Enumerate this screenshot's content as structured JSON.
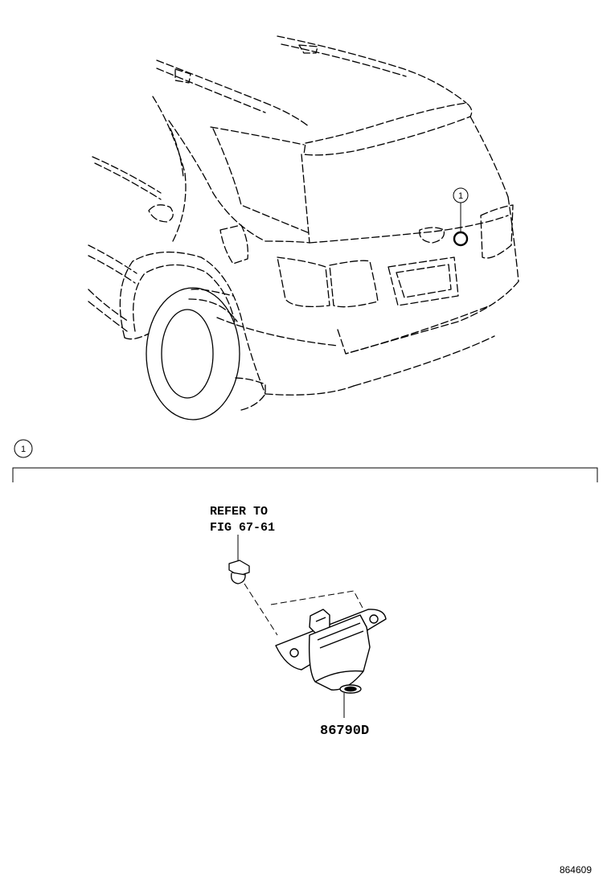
{
  "callout_marker": "1",
  "section_marker": "1",
  "reference_note": {
    "line1": "REFER TO",
    "line2": "FIG 67-61"
  },
  "part_number": "86790D",
  "figure_id": "864609",
  "colors": {
    "line": "#000000",
    "background": "#ffffff"
  }
}
